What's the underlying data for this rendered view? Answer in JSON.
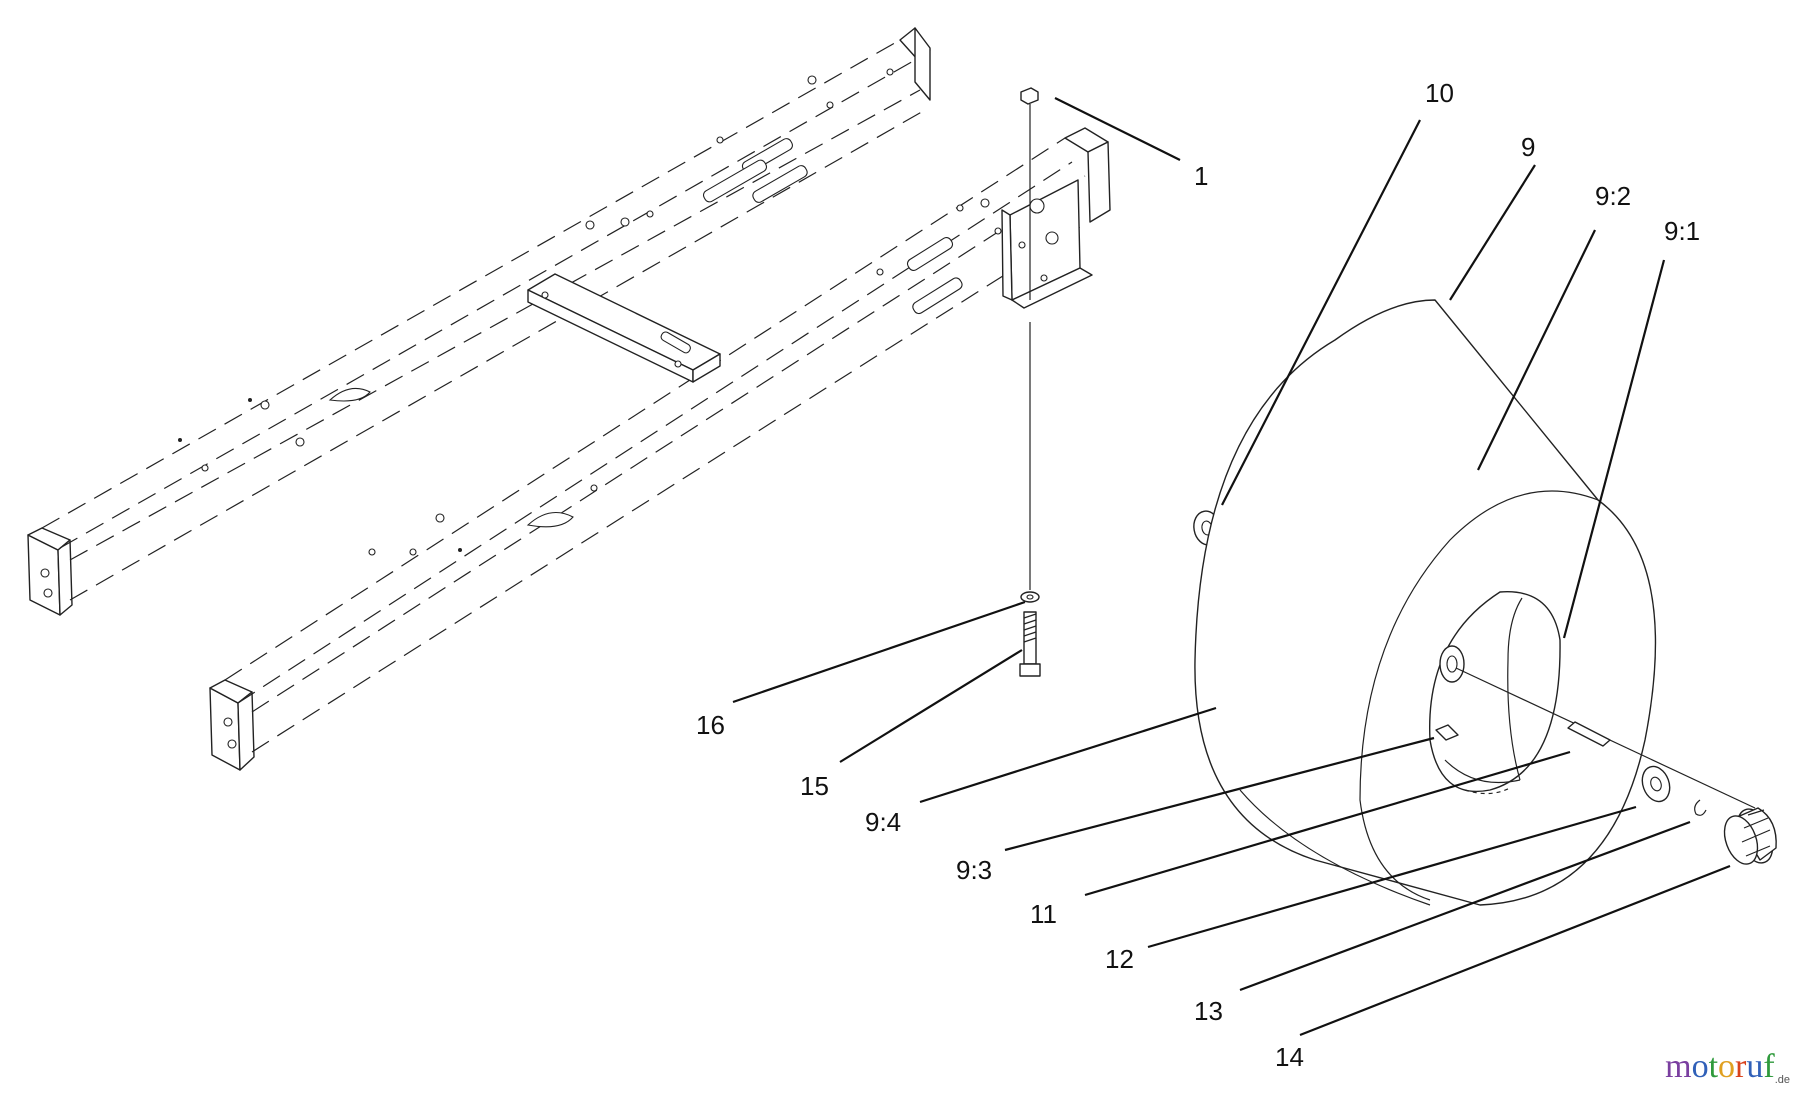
{
  "callouts": {
    "c1": "1",
    "c9": "9",
    "c9_1": "9:1",
    "c9_2": "9:2",
    "c9_3": "9:3",
    "c9_4": "9:4",
    "c10": "10",
    "c11": "11",
    "c12": "12",
    "c13": "13",
    "c14": "14",
    "c15": "15",
    "c16": "16"
  },
  "watermark": {
    "letters": [
      "m",
      "o",
      "t",
      "o",
      "r",
      "u",
      "f"
    ],
    "colors": [
      "#7a3fa0",
      "#3060b8",
      "#2f9a3c",
      "#e0a020",
      "#d9421b",
      "#3060b8",
      "#2f9a3c"
    ],
    "tld": ".de"
  }
}
